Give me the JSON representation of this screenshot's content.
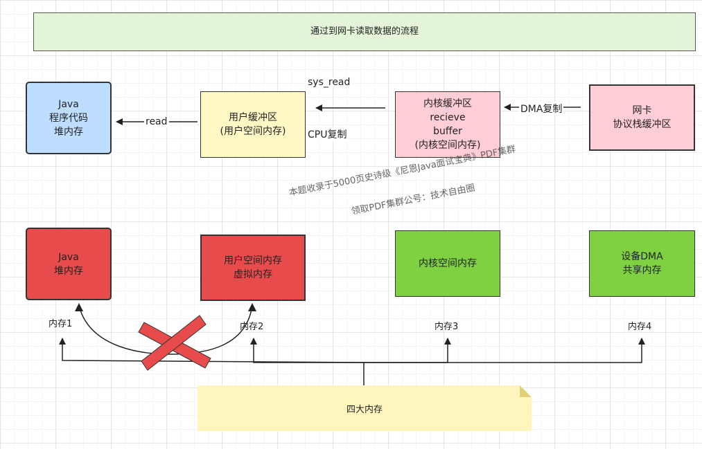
{
  "title": "通过到网卡读取数据的流程",
  "top_row": {
    "java": [
      "Java",
      "程序代码",
      "堆内存"
    ],
    "user_buffer": [
      "用户缓冲区",
      "(用户空间内存)"
    ],
    "kernel_buffer": [
      "内核缓冲区",
      "recieve",
      "buffer",
      "(内核空间内存)"
    ],
    "nic": [
      "网卡",
      "协议栈缓冲区"
    ]
  },
  "arrows": {
    "read": "read",
    "sys_read": "sys_read",
    "cpu_copy": "CPU复制",
    "dma_copy": "DMA复制"
  },
  "bottom_row": {
    "java_heap": [
      "Java",
      "堆内存"
    ],
    "user_vm": [
      "用户空间内存",
      "虚拟内存"
    ],
    "kernel_space": "内核空间内存",
    "dma_shared": [
      "设备DMA",
      "共享内存"
    ]
  },
  "memory_labels": [
    "内存1",
    "内存2",
    "内存3",
    "内存4"
  ],
  "note": "四大内存",
  "watermark": {
    "line1": "本题收录于5000页史诗级《尼恩Java面试宝典》PDF集群",
    "line2": "领取PDF集群公号：技术自由圈"
  },
  "colors": {
    "java_box": "#bddeff",
    "yellow_box": "#fff8c4",
    "pink_box": "#ffcdd6",
    "red_box": "#e84b4b",
    "green_box": "#7fd142",
    "title_box": "#e3f4d8",
    "note": "#fff5bd"
  }
}
